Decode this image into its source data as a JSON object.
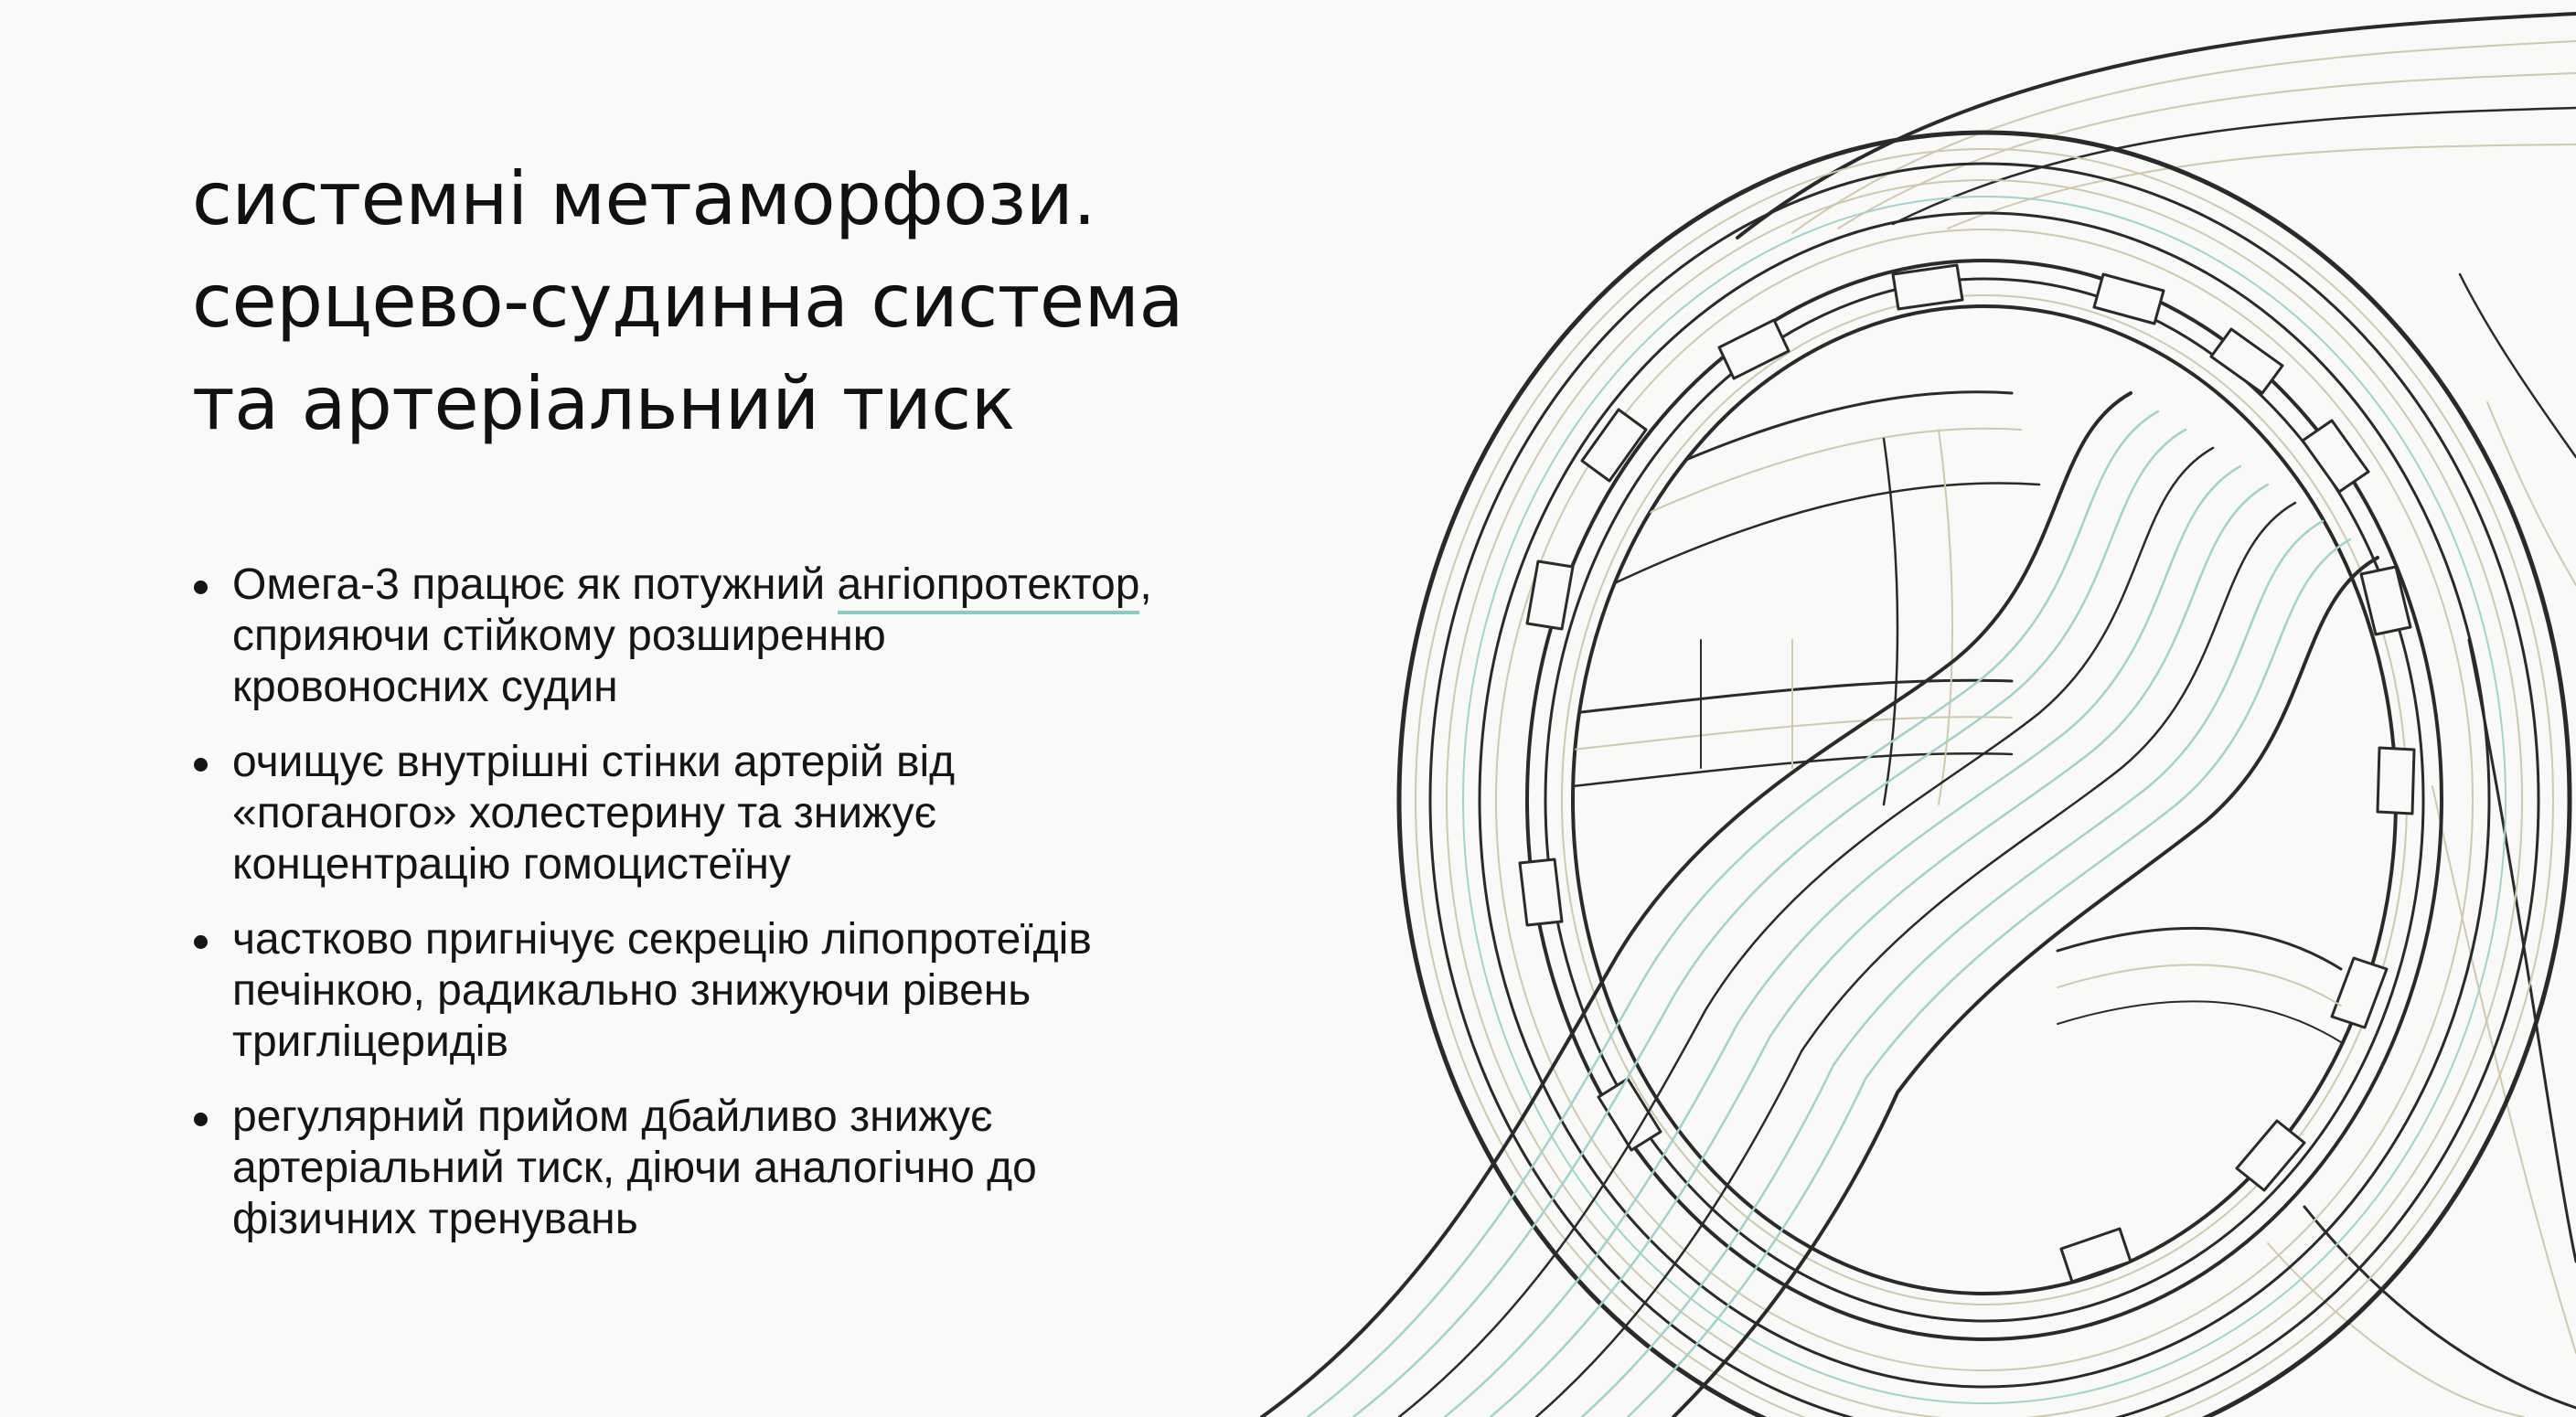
{
  "slide": {
    "title_lines": [
      "системні метаморфози.",
      "серцево-судинна система",
      "та артеріальний тиск"
    ],
    "bullets": [
      {
        "line1_before": "Омега-3 працює як потужний ",
        "line1_highlight": "ангіопротектор",
        "line1_after": ",",
        "line2": "сприяючи стійкому розширенню",
        "line3": "кровоносних судин"
      },
      {
        "line1": "очищує внутрішні стінки артерій від",
        "line2": "«поганого» холестерину та знижує",
        "line3": "концентрацію гомоцистеїну"
      },
      {
        "line1": "частково пригнічує секрецію ліпопротеїдів",
        "line2": "печінкою, радикально знижуючи рівень",
        "line3": "тригліцеридів"
      },
      {
        "line1": "регулярний прийом дбайливо знижує",
        "line2": "артеріальний тиск, діючи аналогічно до",
        "line3": "фізичних тренувань"
      }
    ]
  },
  "colors": {
    "background": "#f9f9f8",
    "text": "#141414",
    "highlight_underline": "#8ccac2",
    "line_teal": "#9fd3cb",
    "line_beige": "#cfc9ad",
    "line_dark": "#2a2a2a"
  },
  "icons": {
    "illustration": "artery-cross-section-illustration"
  }
}
